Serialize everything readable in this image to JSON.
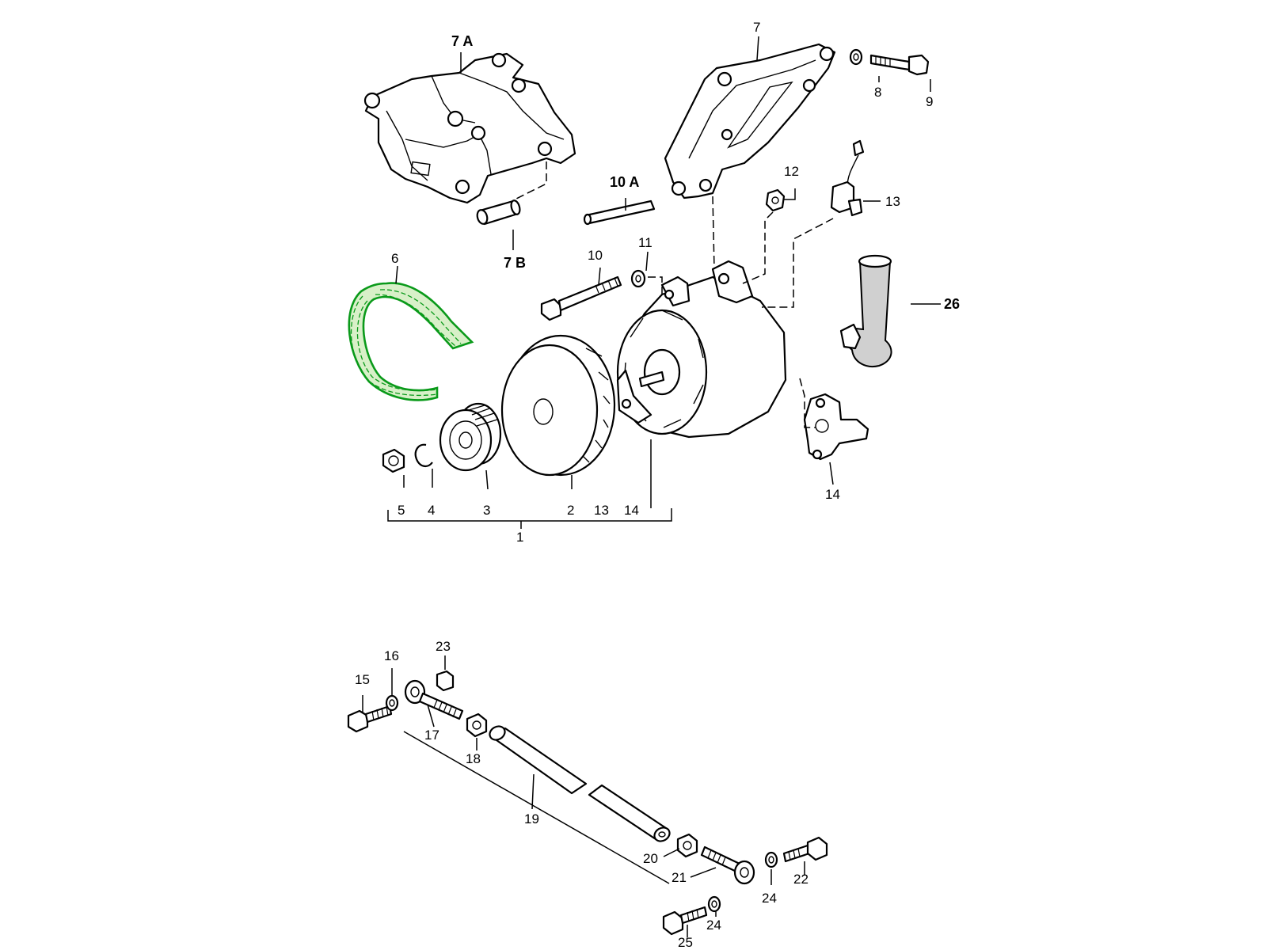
{
  "diagram": {
    "callouts": {
      "c1": "1",
      "c2": "2",
      "c3": "3",
      "c4": "4",
      "c5": "5",
      "c6": "6",
      "c7": "7",
      "c7A": "7 A",
      "c7B": "7 B",
      "c8": "8",
      "c9": "9",
      "c10": "10",
      "c10A": "10 A",
      "c11": "11",
      "c12": "12",
      "c13a": "13",
      "c13b": "13",
      "c14a": "14",
      "c14b": "14",
      "c15": "15",
      "c16": "16",
      "c17": "17",
      "c18": "18",
      "c19": "19",
      "c20": "20",
      "c21": "21",
      "c22": "22",
      "c23": "23",
      "c24a": "24",
      "c24b": "24",
      "c25": "25",
      "c26": "26"
    },
    "highlight_color": "#0a9a1a"
  }
}
